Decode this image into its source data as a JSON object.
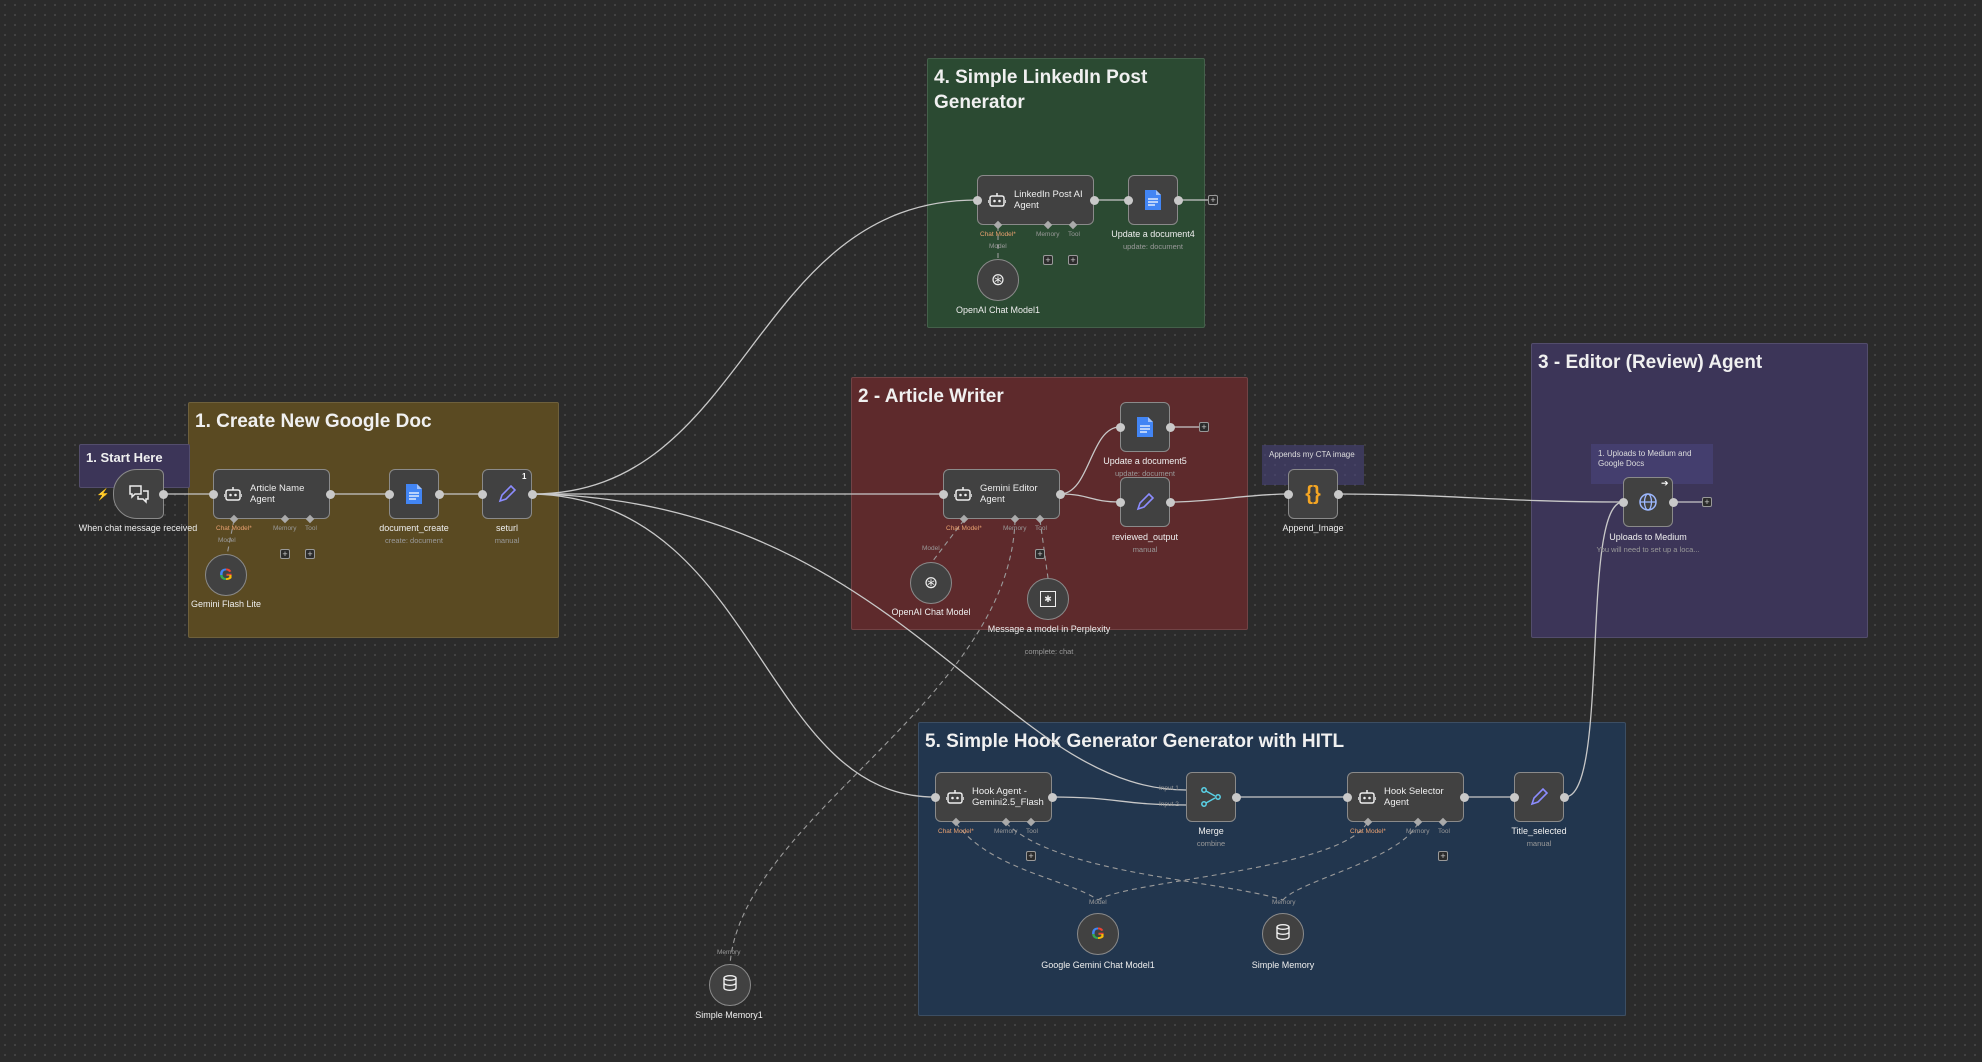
{
  "canvas": {
    "stickies": {
      "linkedin": "4. Simple LinkedIn Post Generator",
      "article_writer": "2 - Article Writer",
      "editor": "3 - Editor (Review) Agent",
      "create_doc": "1. Create New Google Doc",
      "start": "1. Start Here",
      "hook": "5. Simple Hook Generator Generator with HITL"
    },
    "notes": {
      "cta": "Appends my CTA image",
      "uploads": "1. Uploads to Medium and Google Docs"
    },
    "nodes": {
      "chat_trigger": {
        "label": "When chat message received"
      },
      "article_name_agent": {
        "label": "Article Name Agent"
      },
      "gemini_flash_lite": {
        "label": "Gemini Flash Lite"
      },
      "document_create": {
        "label": "document_create",
        "sub": "create: document"
      },
      "seturl": {
        "label": "seturl",
        "sub": "manual",
        "badge": "1"
      },
      "linkedin_agent": {
        "label": "LinkedIn Post AI Agent"
      },
      "update_document4": {
        "label": "Update a document4",
        "sub": "update: document"
      },
      "openai_chat_model1": {
        "label": "OpenAI Chat Model1"
      },
      "gemini_editor_agent": {
        "label": "Gemini Editor Agent"
      },
      "update_document5": {
        "label": "Update a document5",
        "sub": "update: document"
      },
      "reviewed_output": {
        "label": "reviewed_output",
        "sub": "manual"
      },
      "openai_chat_model": {
        "label": "OpenAI Chat Model"
      },
      "perplexity": {
        "label": "Message a model in Perplexity",
        "sub": "complete: chat"
      },
      "append_image": {
        "label": "Append_Image"
      },
      "uploads_medium": {
        "label": "Uploads to Medium",
        "sub": "You will need to set up a loca..."
      },
      "hook_agent": {
        "label": "Hook Agent - Gemini2.5_Flash"
      },
      "merge": {
        "label": "Merge",
        "sub": "combine"
      },
      "hook_selector": {
        "label": "Hook Selector Agent"
      },
      "title_selected": {
        "label": "Title_selected",
        "sub": "manual"
      },
      "google_gemini_chat_model1": {
        "label": "Google Gemini Chat Model1"
      },
      "simple_memory": {
        "label": "Simple Memory"
      },
      "simple_memory1": {
        "label": "Simple Memory1"
      }
    },
    "ports": {
      "chat_model": "Chat Model*",
      "memory": "Memory",
      "tool": "Tool",
      "model": "Model",
      "input1": "Input 1",
      "input2": "Input 2"
    },
    "colors": {
      "canvas": "#2b2b2b",
      "sticky_yellow": "#5a4a22",
      "sticky_red": "#5e2a2c",
      "sticky_green": "#2b4a32",
      "sticky_purple": "#3c3558",
      "sticky_blue": "#22364e"
    }
  }
}
